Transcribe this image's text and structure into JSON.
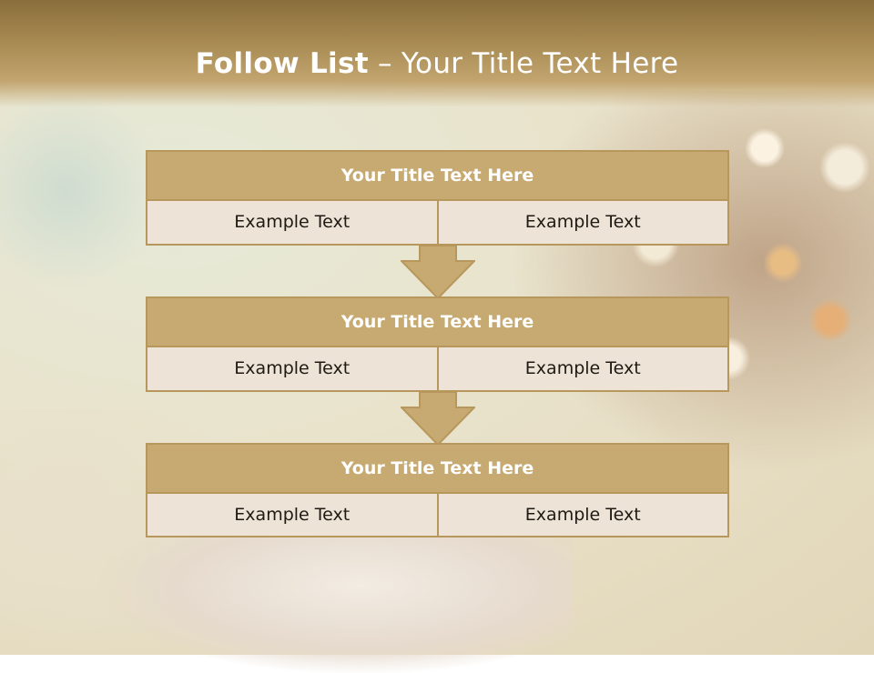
{
  "slide": {
    "title_bold": "Follow List",
    "title_rest": " – Your Title Text Here"
  },
  "blocks": [
    {
      "title": "Your Title Text Here",
      "left": "Example Text",
      "right": "Example Text"
    },
    {
      "title": "Your Title Text Here",
      "left": "Example Text",
      "right": "Example Text"
    },
    {
      "title": "Your Title Text Here",
      "left": "Example Text",
      "right": "Example Text"
    }
  ],
  "colors": {
    "header_fill": "#c7aa72",
    "border": "#b8975c",
    "cell_fill": "#ede3d6",
    "title_band": "#9a7c44"
  },
  "icons": [
    "down-arrow-icon"
  ]
}
